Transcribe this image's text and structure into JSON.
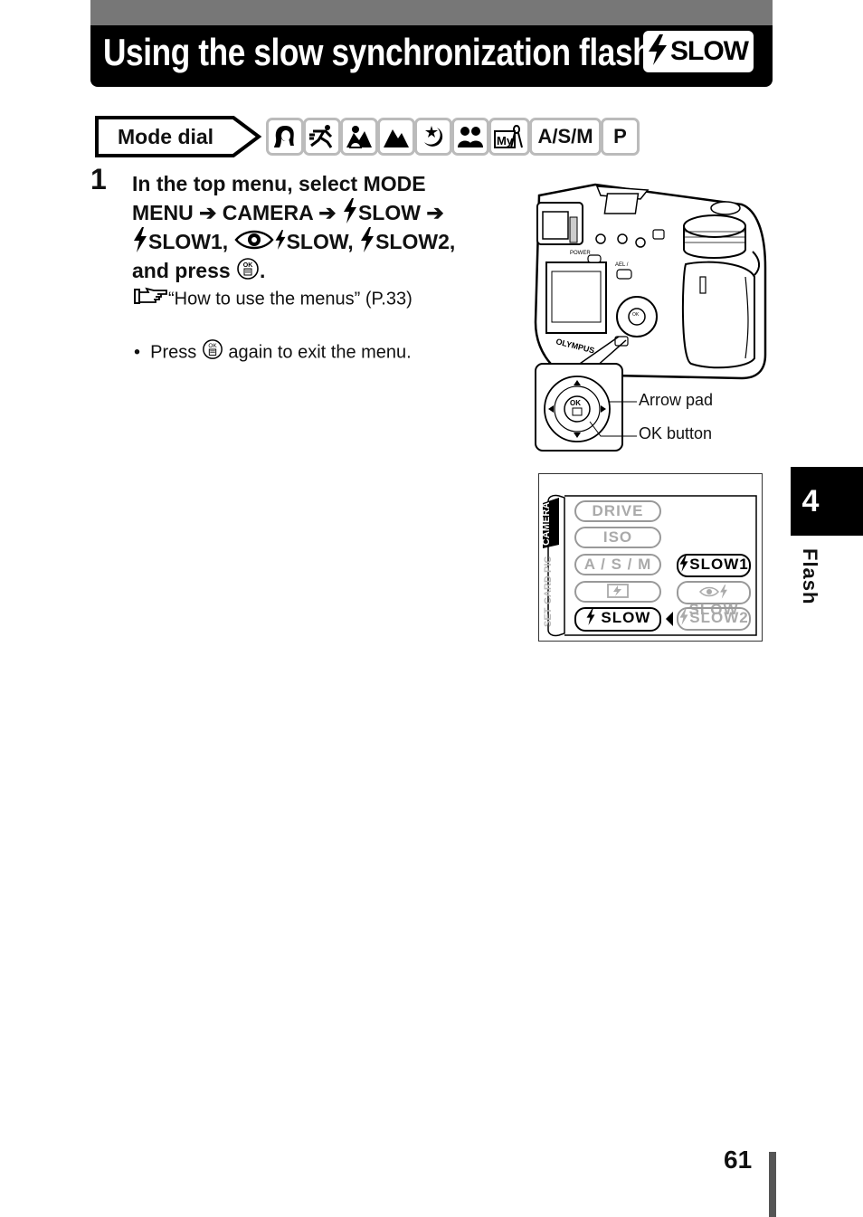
{
  "header": {
    "title": "Using the slow synchronization flash",
    "badge_label": "SLOW"
  },
  "mode_dial": {
    "label": "Mode dial",
    "modes": [
      "portrait",
      "sports",
      "landscape-portrait",
      "landscape",
      "night-scene",
      "self-portrait",
      "my-mode",
      "A/S/M",
      "P"
    ],
    "mode_asm": "A/S/M",
    "mode_p": "P"
  },
  "step": {
    "number": "1",
    "line1": "In the top menu, select MODE",
    "line2_a": "MENU",
    "line2_b": "CAMERA",
    "line2_c": "SLOW",
    "line3_a": "SLOW1,",
    "line3_b": "SLOW,",
    "line3_c": "SLOW2,",
    "line4_a": "and press",
    "line4_b": ".",
    "reference": "“How to use the menus” (P.33)",
    "bullet_a": "Press",
    "bullet_b": "again to exit the menu."
  },
  "camera_figure": {
    "brand": "OLYMPUS",
    "power_label": "POWER",
    "ael_label": "AEL / ",
    "ok_label": "OK",
    "arrow_pad_label": "Arrow pad",
    "ok_button_label": "OK button"
  },
  "menu_screen": {
    "side_tabs": [
      "CAMERA",
      "PIC",
      "CARD",
      "SET"
    ],
    "left_items": [
      "DRIVE",
      "ISO",
      "A / S / M",
      "",
      "SLOW"
    ],
    "right_items": [
      "SLOW1",
      "SLOW",
      "SLOW2"
    ]
  },
  "chapter": {
    "number": "4",
    "label": "Flash"
  },
  "footer": {
    "page_number": "61"
  }
}
